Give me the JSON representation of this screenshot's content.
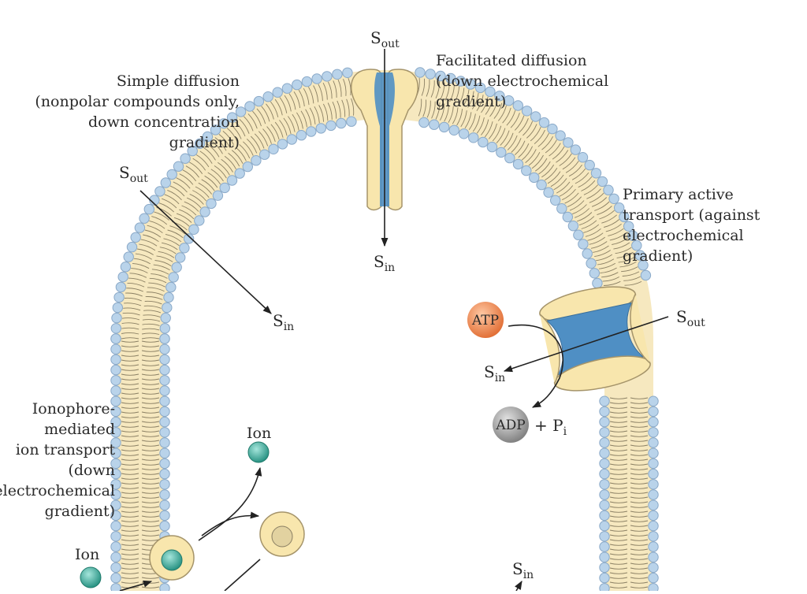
{
  "labels": {
    "simple_diffusion": [
      "Simple diffusion",
      "(nonpolar compounds only,",
      "down concentration",
      "gradient)"
    ],
    "facilitated_diffusion": [
      "Facilitated diffusion",
      "(down electrochemical",
      "gradient)"
    ],
    "primary_active": [
      "Primary active",
      "transport (against",
      "electrochemical",
      "gradient)"
    ],
    "ionophore": [
      "Ionophore-",
      "mediated",
      "ion transport",
      "(down",
      "electrochemical",
      "gradient)"
    ]
  },
  "symbols": {
    "s_letter": "S",
    "out_sub": "out",
    "in_sub": "in",
    "atp": "ATP",
    "adp": "ADP",
    "plus_pi": "+ P",
    "pi_sub": "i",
    "ion": "Ion"
  },
  "colors": {
    "head_fill": "#b9d3ea",
    "head_stroke": "#8aa9c8",
    "tail_fill": "#f6e8bf",
    "tail_stroke": "#8a7f63",
    "channel_yellow": "#f8e6ad",
    "channel_blue": "#4f8fc4",
    "atp": "#ef8a55",
    "adp": "#9a9a9a",
    "ion": "#3fae9c",
    "arrow": "#222222"
  }
}
